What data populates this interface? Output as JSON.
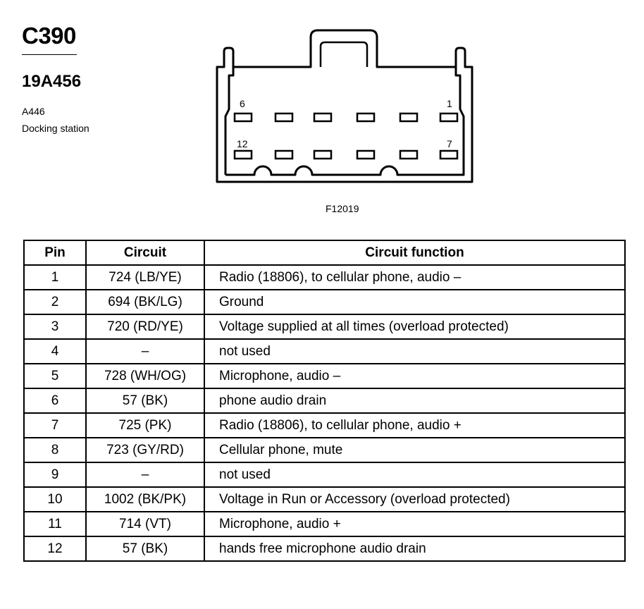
{
  "header": {
    "connector_id": "C390",
    "part_number": "19A456",
    "component_code": "A446",
    "component_name": "Docking station"
  },
  "diagram": {
    "pin_labels": [
      "6",
      "1",
      "12",
      "7"
    ],
    "figure_code": "F12019"
  },
  "table": {
    "columns": [
      "Pin",
      "Circuit",
      "Circuit function"
    ],
    "rows": [
      {
        "pin": "1",
        "circuit": "724 (LB/YE)",
        "function": "Radio (18806), to cellular phone, audio –"
      },
      {
        "pin": "2",
        "circuit": "694 (BK/LG)",
        "function": "Ground"
      },
      {
        "pin": "3",
        "circuit": "720 (RD/YE)",
        "function": "Voltage supplied at all times (overload protected)"
      },
      {
        "pin": "4",
        "circuit": "–",
        "function": "not used"
      },
      {
        "pin": "5",
        "circuit": "728 (WH/OG)",
        "function": "Microphone, audio –"
      },
      {
        "pin": "6",
        "circuit": "57 (BK)",
        "function": "phone audio drain"
      },
      {
        "pin": "7",
        "circuit": "725 (PK)",
        "function": "Radio (18806), to cellular phone, audio +"
      },
      {
        "pin": "8",
        "circuit": "723 (GY/RD)",
        "function": "Cellular phone, mute"
      },
      {
        "pin": "9",
        "circuit": "–",
        "function": "not used"
      },
      {
        "pin": "10",
        "circuit": "1002 (BK/PK)",
        "function": "Voltage in Run or Accessory (overload protected)"
      },
      {
        "pin": "11",
        "circuit": "714 (VT)",
        "function": "Microphone, audio +"
      },
      {
        "pin": "12",
        "circuit": "57 (BK)",
        "function": "hands free microphone audio drain"
      }
    ]
  }
}
